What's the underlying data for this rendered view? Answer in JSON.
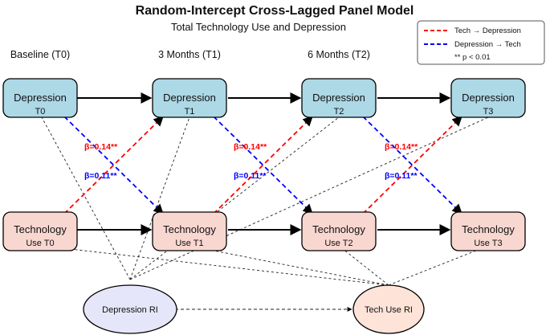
{
  "title": "Random-Intercept Cross-Lagged Panel Model",
  "subtitle": "Total Technology Use and Depression",
  "time_labels": [
    "Baseline (T0)",
    "3 Months (T1)",
    "6 Months (T2)"
  ],
  "legend": {
    "tech_to_dep": "Tech → Depression",
    "dep_to_tech": "Depression → Tech",
    "note": "** p < 0.01"
  },
  "colors": {
    "depression_box": "#add8e6",
    "technology_box": "#f9d7d1",
    "dep_ri": "#e6e6fa",
    "tech_ri": "#fde3d8",
    "tech_to_dep_path": "#ff0000",
    "dep_to_tech_path": "#0000ff"
  },
  "depression_nodes": [
    {
      "label": "Depression",
      "sub": "T0"
    },
    {
      "label": "Depression",
      "sub": "T1"
    },
    {
      "label": "Depression",
      "sub": "T2"
    },
    {
      "label": "Depression",
      "sub": "T3"
    }
  ],
  "technology_nodes": [
    {
      "label": "Technology",
      "sub": "Use T0"
    },
    {
      "label": "Technology",
      "sub": "Use T1"
    },
    {
      "label": "Technology",
      "sub": "Use T2"
    },
    {
      "label": "Technology",
      "sub": "Use T3"
    }
  ],
  "random_intercepts": {
    "depression": "Depression RI",
    "tech": "Tech Use RI"
  },
  "coefficients": {
    "tech_to_dep": [
      "β=0.14**",
      "β=0.14**",
      "β=0.14**"
    ],
    "dep_to_tech": [
      "β=0.11**",
      "β=0.11**",
      "β=0.11**"
    ]
  }
}
